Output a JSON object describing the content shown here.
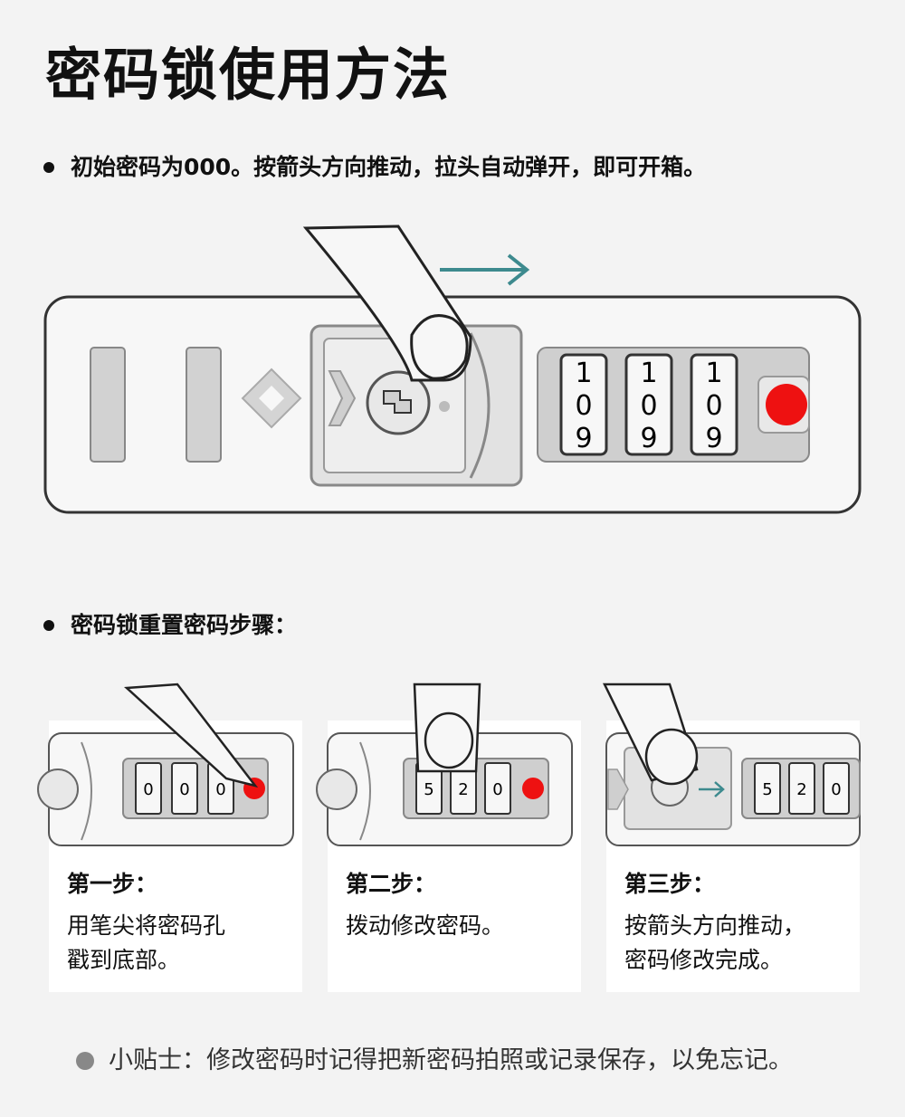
{
  "title": "密码锁使用方法",
  "intro": "初始密码为000。按箭头方向推动，拉头自动弹开，即可开箱。",
  "reset_heading": "密码锁重置密码步骤：",
  "big_lock": {
    "digits": [
      "1",
      "0",
      "9"
    ]
  },
  "steps": [
    {
      "title": "第一步：",
      "desc_lines": [
        "用笔尖将密码孔",
        "戳到底部。"
      ],
      "digits_mid": [
        "0",
        "0",
        "0"
      ]
    },
    {
      "title": "第二步：",
      "desc_lines": [
        "拨动修改密码。"
      ],
      "digits_mid": [
        "5",
        "2",
        "0"
      ]
    },
    {
      "title": "第三步：",
      "desc_lines": [
        "按箭头方向推动，",
        "密码修改完成。"
      ],
      "digits_mid": [
        "5",
        "2",
        "0"
      ]
    }
  ],
  "tip": "小贴士：修改密码时记得把新密码拍照或记录保存，以免忘记。",
  "colors": {
    "red_button": "#ee1111",
    "arrow_teal": "#3d8a8e",
    "lock_gray": "#cfcfcf"
  }
}
